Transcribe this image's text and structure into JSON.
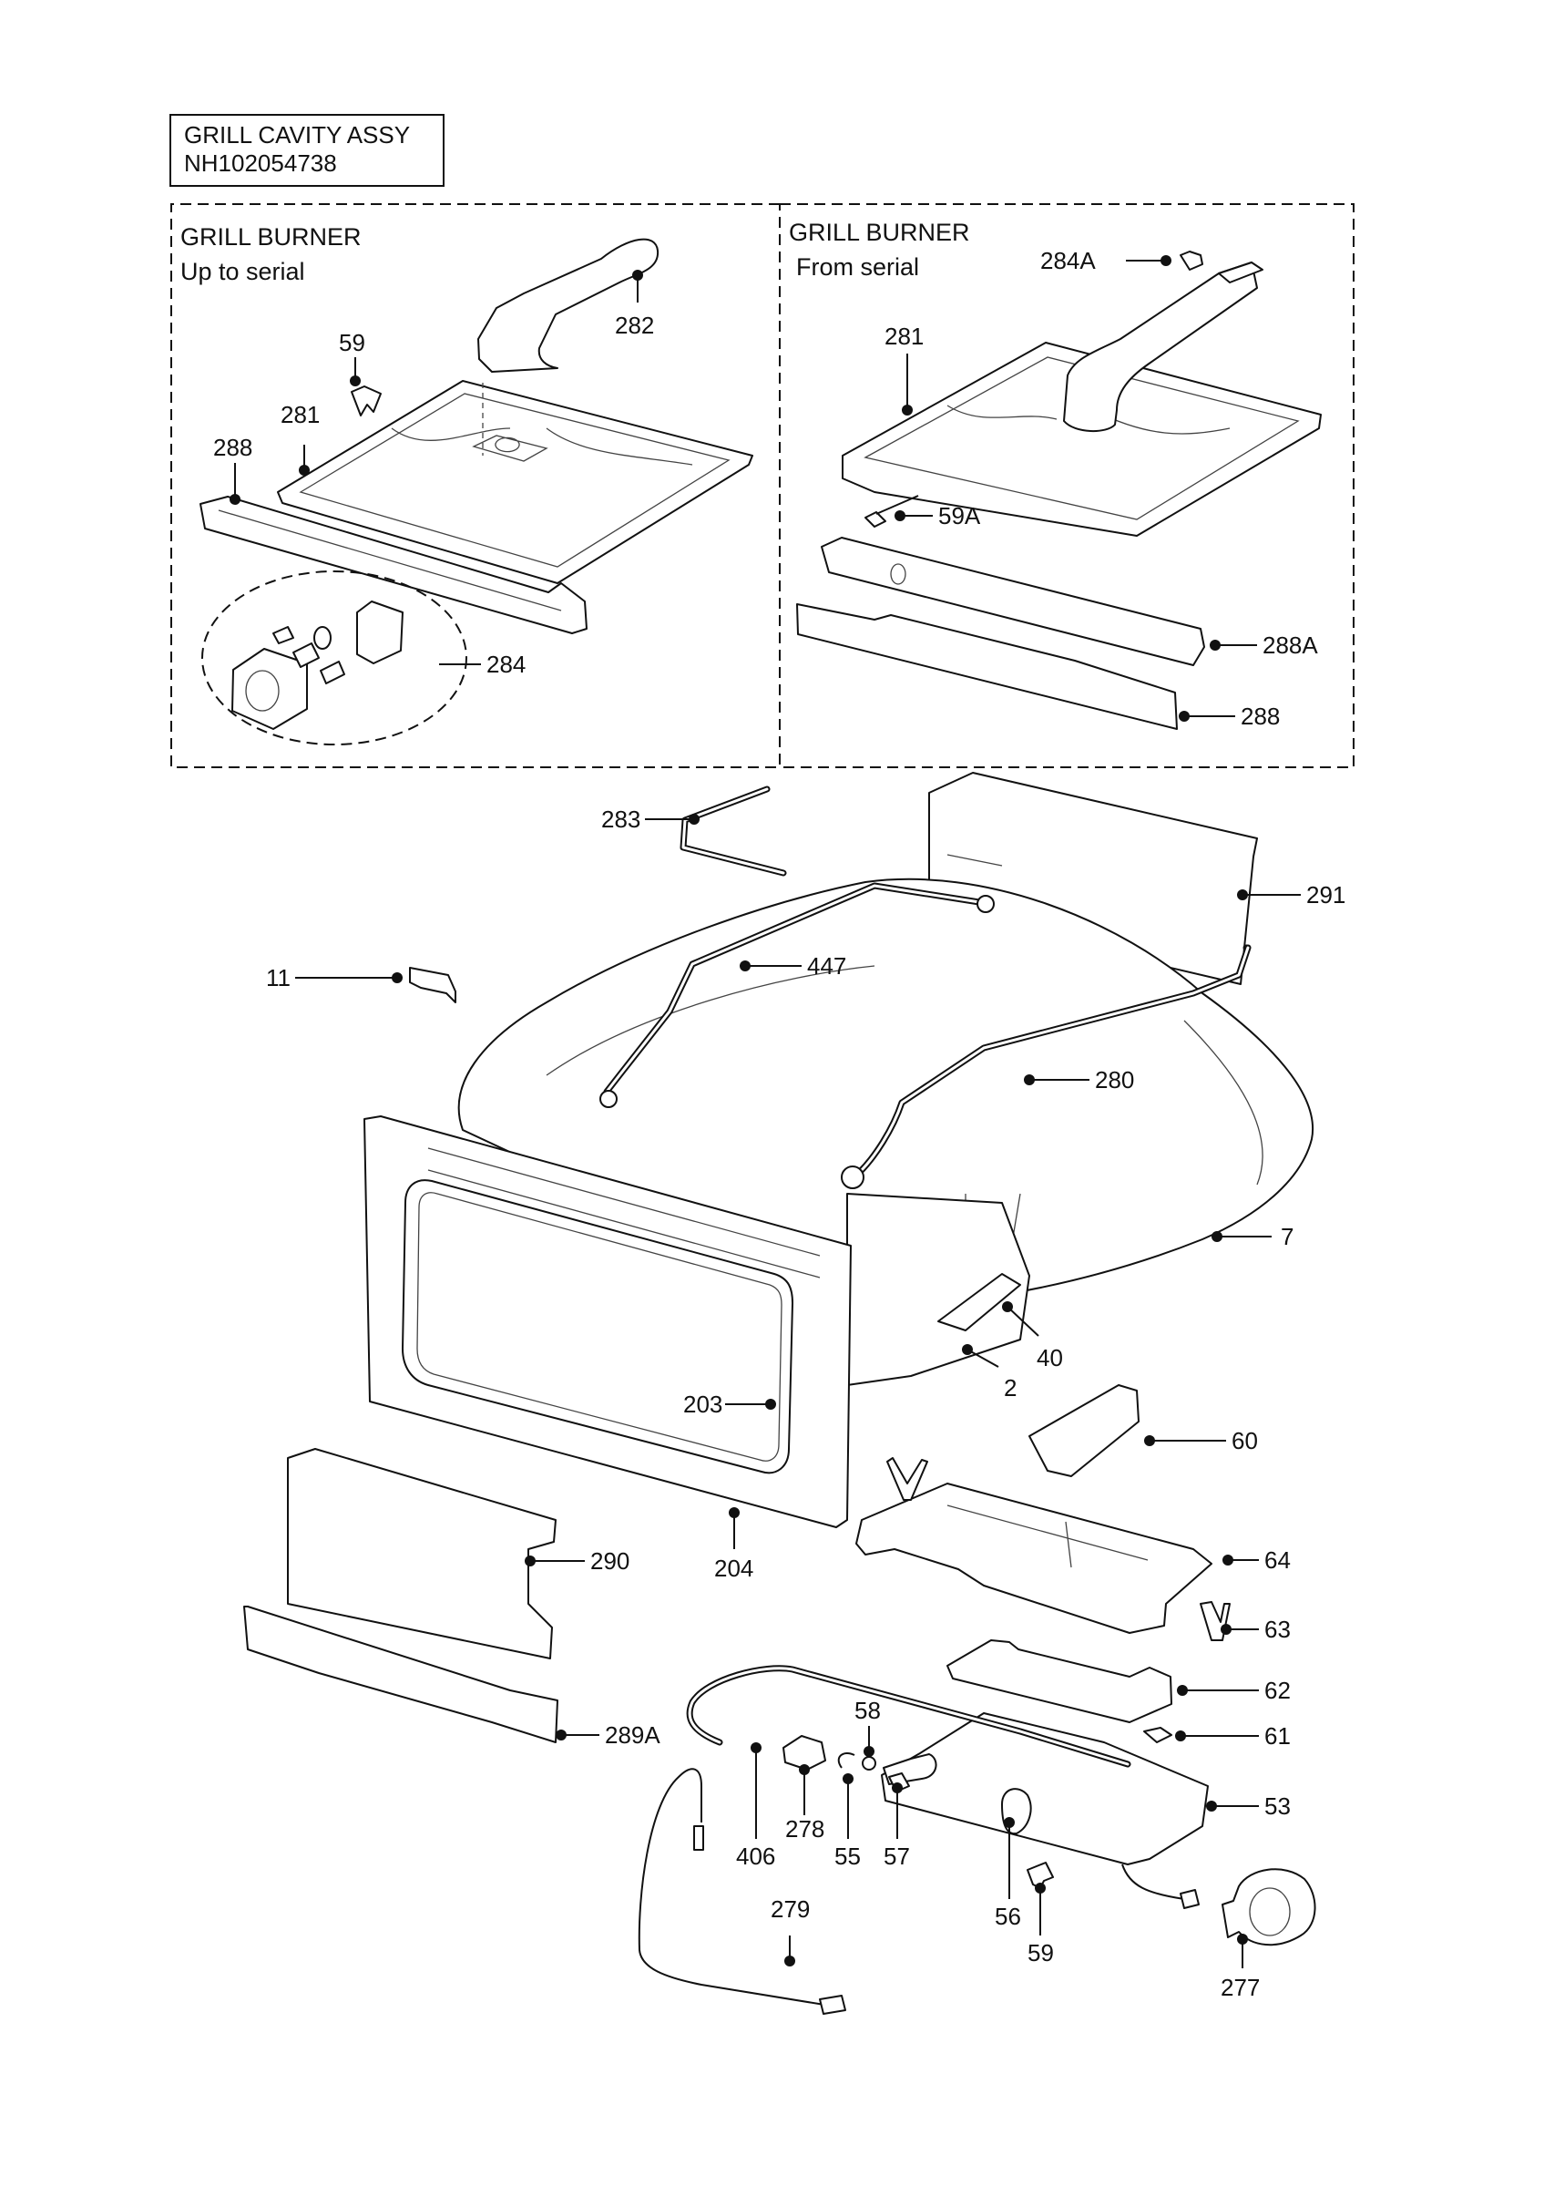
{
  "title": {
    "line1": "GRILL CAVITY ASSY",
    "line2": "NH102054738"
  },
  "panel_left": {
    "title": "GRILL BURNER",
    "subtitle": "Up to serial"
  },
  "panel_right": {
    "title": "GRILL BURNER",
    "subtitle": "From serial"
  },
  "labels": {
    "l282": "282",
    "l59": "59",
    "l281": "281",
    "l288": "288",
    "l284": "284",
    "r284a": "284A",
    "r281": "281",
    "r59a": "59A",
    "r288a": "288A",
    "r288": "288",
    "p283": "283",
    "p291": "291",
    "p11": "11",
    "p447": "447",
    "p280": "280",
    "p7": "7",
    "p40": "40",
    "p2": "2",
    "p203": "203",
    "p60": "60",
    "p204": "204",
    "p290": "290",
    "p64": "64",
    "p63": "63",
    "p62": "62",
    "p58": "58",
    "p61": "61",
    "p289a": "289A",
    "p53": "53",
    "p406": "406",
    "p278": "278",
    "p55": "55",
    "p57": "57",
    "p56": "56",
    "p279": "279",
    "p59": "59",
    "p277": "277"
  }
}
